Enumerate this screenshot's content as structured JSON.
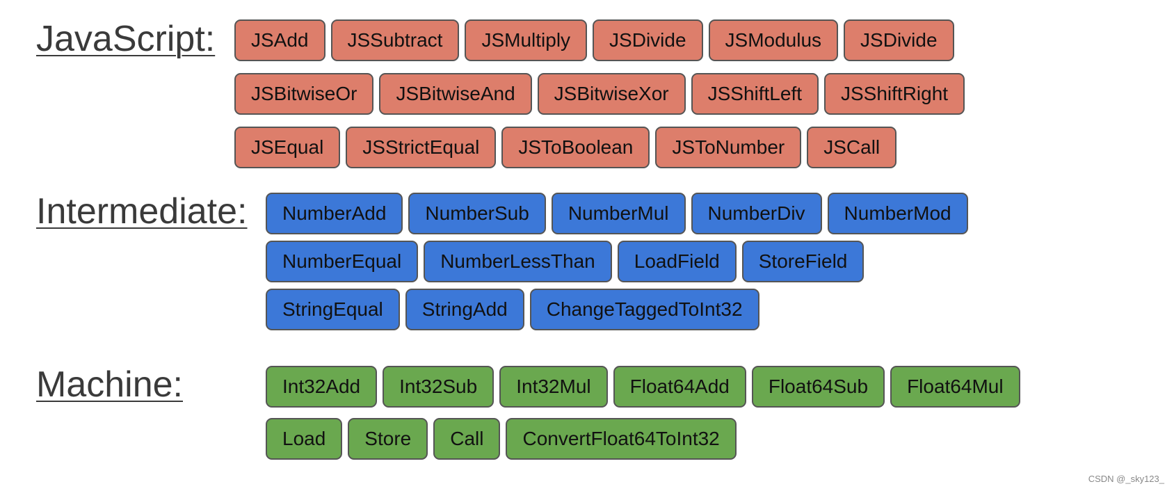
{
  "sections": [
    {
      "label": "JavaScript:",
      "color": "#dd7e6b",
      "rows": [
        [
          "JSAdd",
          "JSSubtract",
          "JSMultiply",
          "JSDivide",
          "JSModulus",
          "JSDivide"
        ],
        [
          "JSBitwiseOr",
          "JSBitwiseAnd",
          "JSBitwiseXor",
          "JSShiftLeft",
          "JSShiftRight"
        ],
        [
          "JSEqual",
          "JSStrictEqual",
          "JSToBoolean",
          "JSToNumber",
          "JSCall"
        ]
      ]
    },
    {
      "label": "Intermediate:",
      "color": "#3c78d8",
      "rows": [
        [
          "NumberAdd",
          "NumberSub",
          "NumberMul",
          "NumberDiv",
          "NumberMod"
        ],
        [
          "NumberEqual",
          "NumberLessThan",
          "LoadField",
          "StoreField"
        ],
        [
          "StringEqual",
          "StringAdd",
          "ChangeTaggedToInt32"
        ]
      ]
    },
    {
      "label": "Machine:",
      "color": "#6aa84f",
      "rows": [
        [
          "Int32Add",
          "Int32Sub",
          "Int32Mul",
          "Float64Add",
          "Float64Sub",
          "Float64Mul"
        ],
        [
          "Load",
          "Store",
          "Call",
          "ConvertFloat64ToInt32"
        ]
      ]
    }
  ],
  "watermark": "CSDN @_sky123_"
}
